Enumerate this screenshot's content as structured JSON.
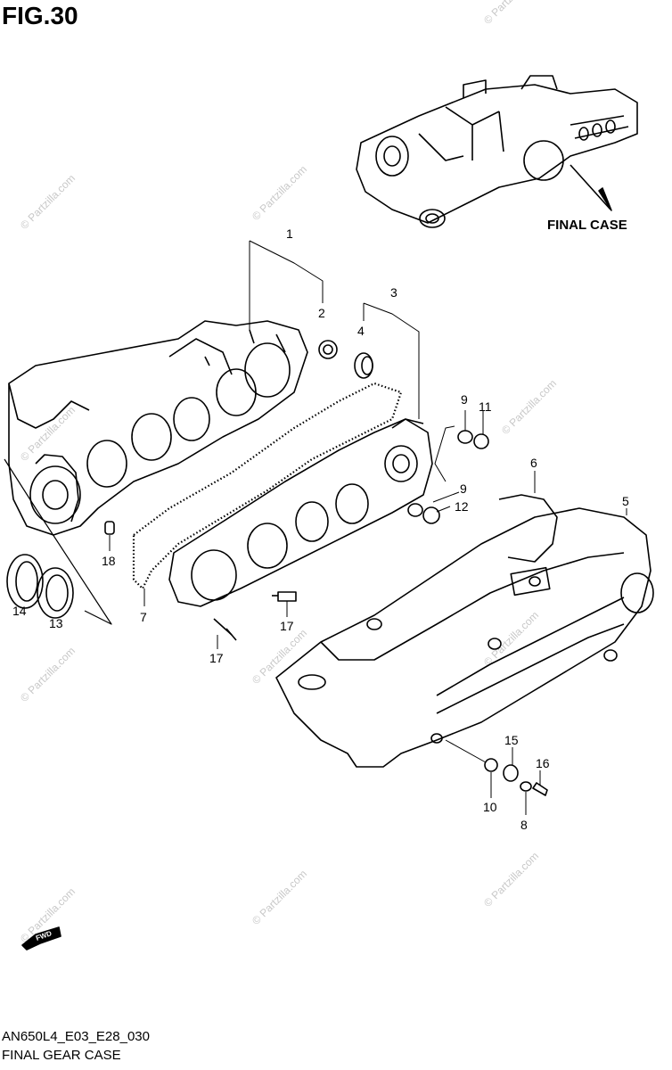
{
  "figure": {
    "title": "FIG.30",
    "model_code": "AN650L4_E03_E28_030",
    "name": "FINAL GEAR CASE"
  },
  "labels": {
    "final_case": "FINAL CASE",
    "fwd": "FWD",
    "watermark": "© Partzilla.com"
  },
  "callouts": [
    "1",
    "2",
    "3",
    "4",
    "5",
    "6",
    "7",
    "8",
    "9",
    "9",
    "10",
    "11",
    "12",
    "13",
    "14",
    "15",
    "16",
    "17",
    "17",
    "18"
  ]
}
